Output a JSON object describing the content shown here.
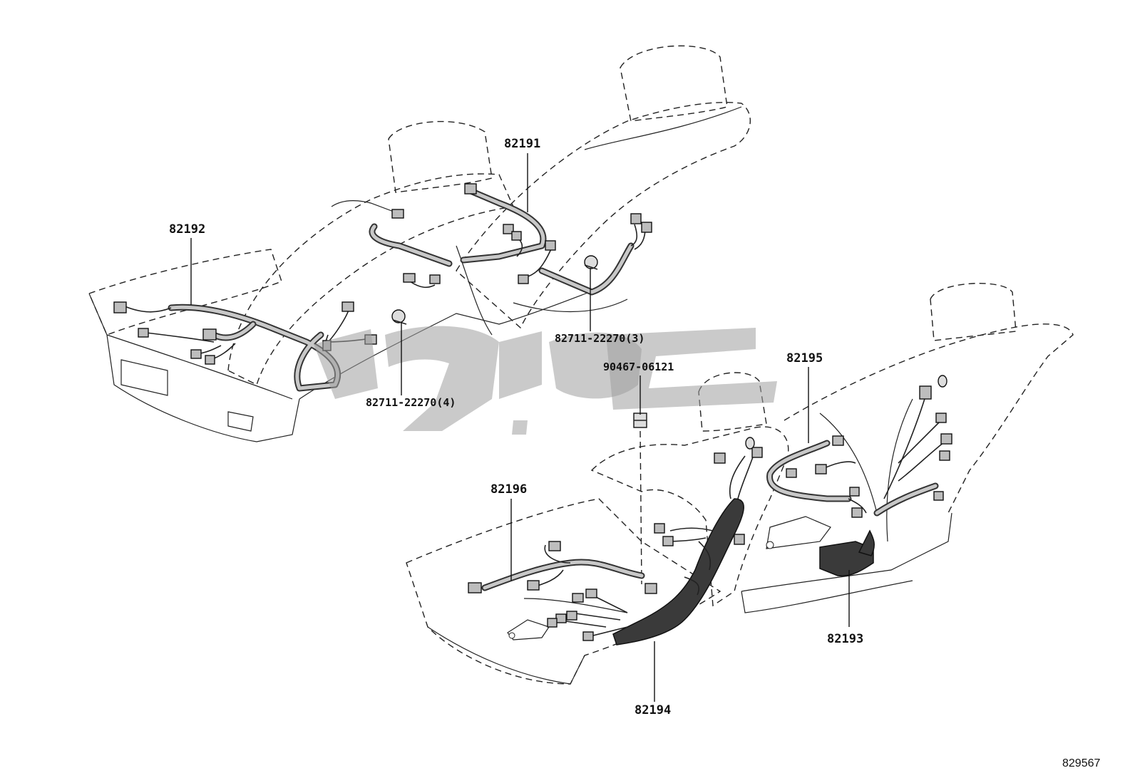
{
  "labels": {
    "p82191": "82191",
    "p82192": "82192",
    "p82193": "82193",
    "p82194": "82194",
    "p82195": "82195",
    "p82196": "82196",
    "clip3": "82711-22270(3)",
    "clip4": "82711-22270(4)",
    "nut": "90467-06121"
  },
  "diagram_id": "829567",
  "watermark": "shaded logo (decorative)"
}
